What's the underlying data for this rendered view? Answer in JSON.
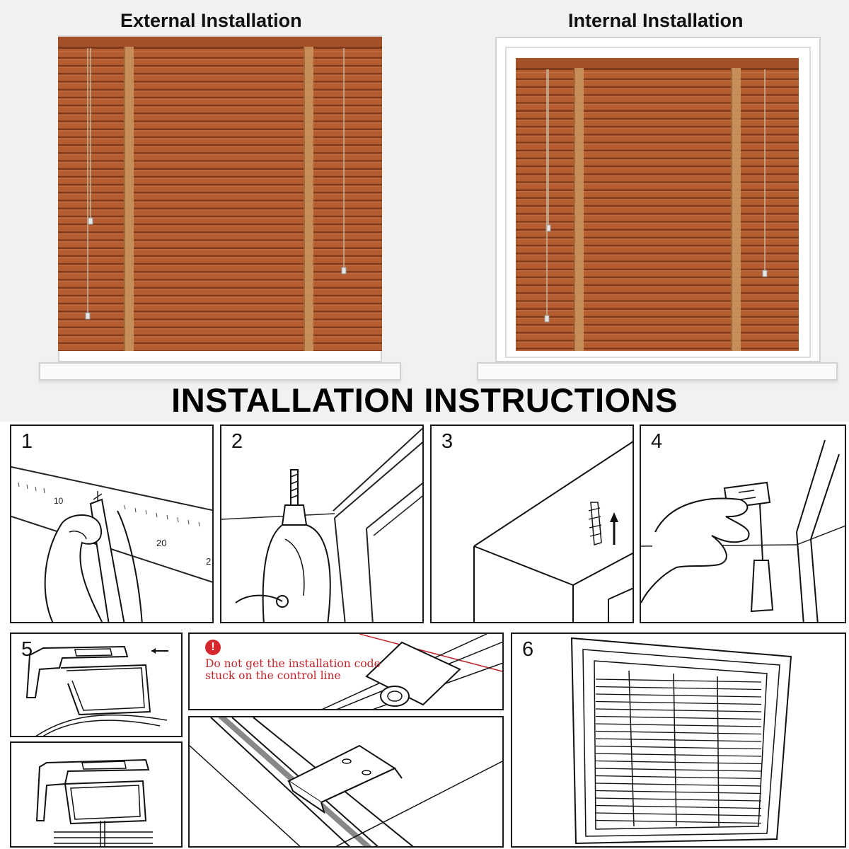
{
  "labels": {
    "external": "External Installation",
    "internal": "Internal Installation",
    "title": "INSTALLATION INSTRUCTIONS"
  },
  "steps": [
    "1",
    "2",
    "3",
    "4",
    "5",
    "6"
  ],
  "ruler_marks": [
    "10",
    "20",
    "2"
  ],
  "warning": {
    "icon": "!",
    "line1": "Do not get the installation code",
    "line2": "stuck on the control line"
  },
  "colors": {
    "wood": "#b45d31",
    "wood_dark": "#7e3a1a",
    "ladder_tape": "#c9935d",
    "warning_red": "#c0262c"
  }
}
